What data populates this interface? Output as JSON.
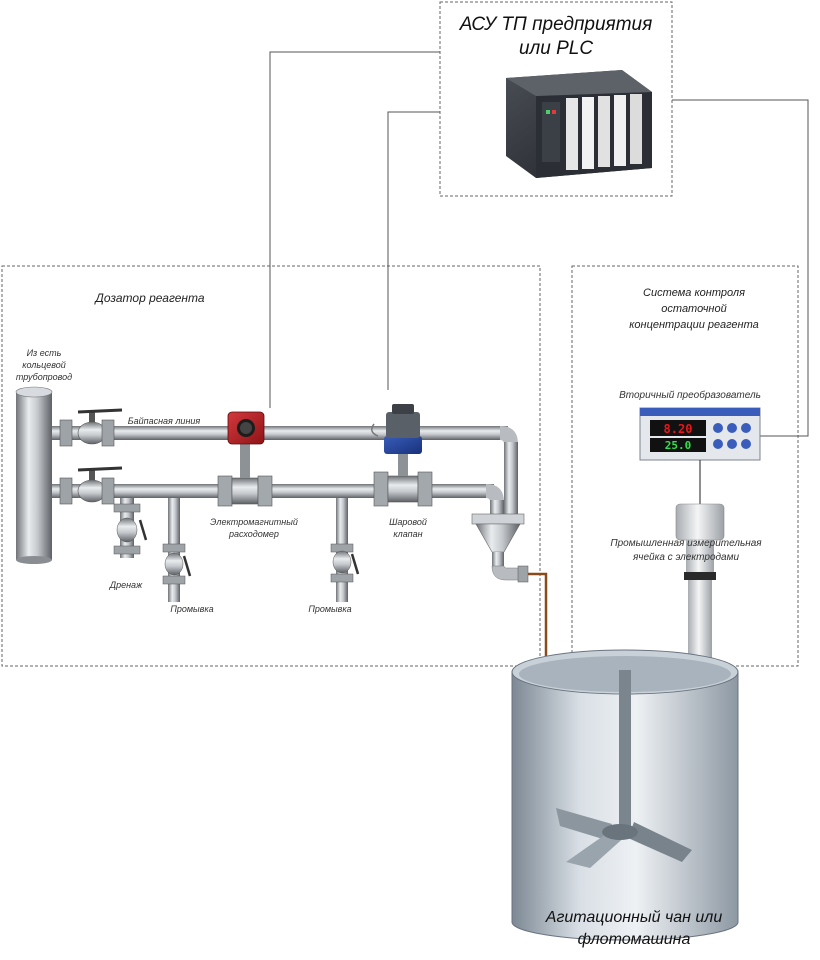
{
  "title_plc": [
    "АСУ ТП предприятия",
    "или PLC"
  ],
  "doser": {
    "title": "Дозатор реагента",
    "source_pipe": [
      "Из есть",
      "кольцевой",
      "трубопровод"
    ],
    "bypass_line": "Байпасная линия",
    "flowmeter": [
      "Электромагнитный",
      "расходомер"
    ],
    "valve": [
      "Шаровой",
      "клапан"
    ],
    "drain": "Дренаж",
    "flush_1": "Промывка",
    "flush_2": "Промывка"
  },
  "control_system": {
    "title": [
      "Система контроля",
      "остаточной",
      "концентрации реагента"
    ],
    "transmitter": "Вторичный преобразователь",
    "cell": [
      "Промышленная измерительная",
      "ячейка с электродами"
    ],
    "display_top": "8.20",
    "display_bottom": "25.0",
    "accent_display": "#e8161b"
  },
  "tank": [
    "Агитационный чан или",
    "флотомашина"
  ]
}
